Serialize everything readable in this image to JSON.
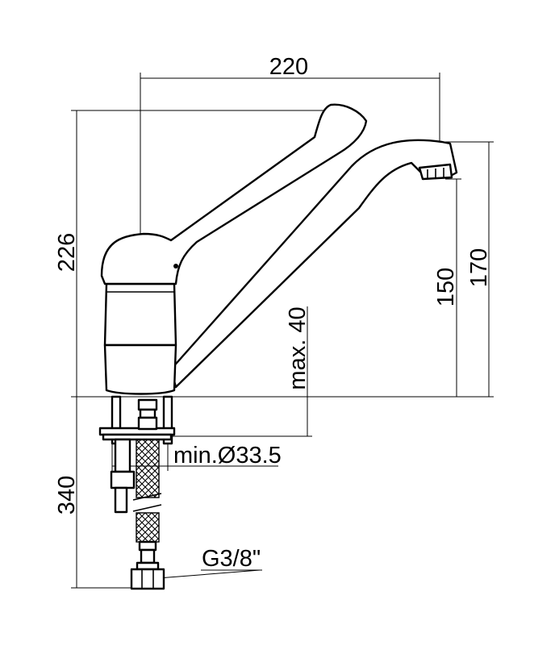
{
  "dimensions": {
    "spout_reach": "220",
    "total_height": "226",
    "outlet_height_low": "150",
    "outlet_height_high": "170",
    "max_deck_thickness": "max. 40",
    "min_hole_diameter": "min.Ø33.5",
    "hose_length": "340",
    "connection_thread": "G3/8\""
  },
  "colors": {
    "line": "#000000",
    "background": "#ffffff"
  }
}
